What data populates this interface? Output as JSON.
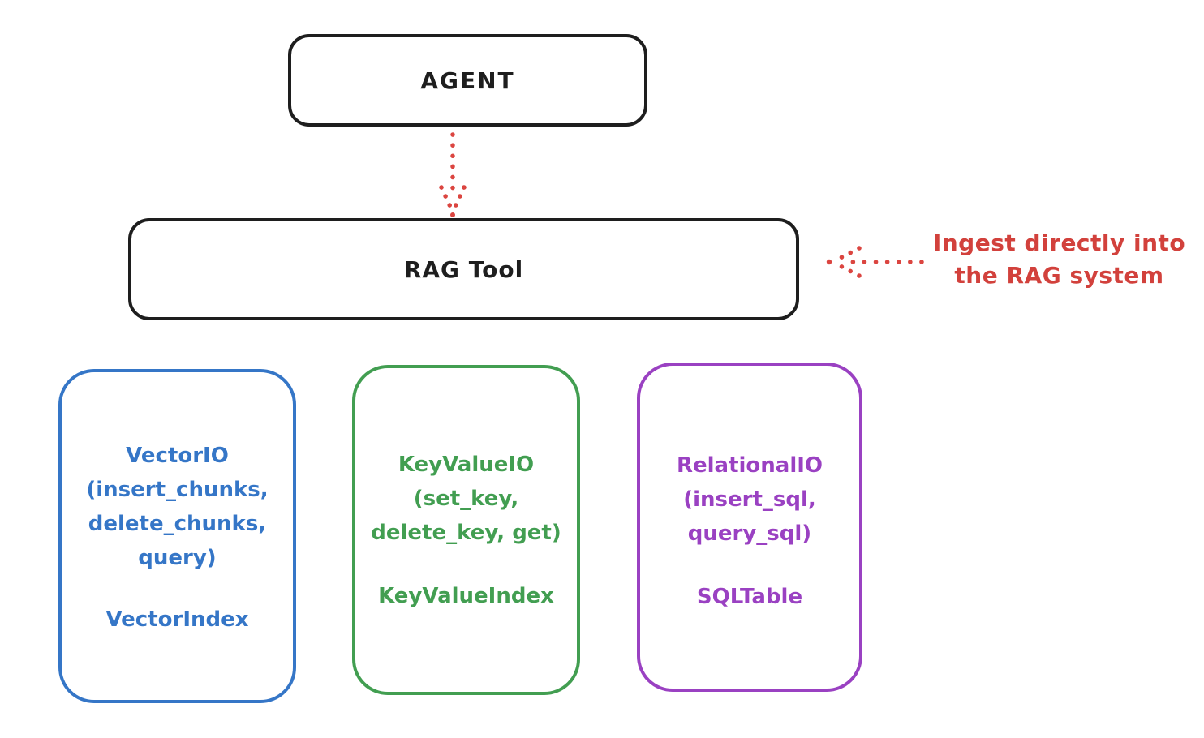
{
  "canvas": {
    "background": "#ffffff",
    "stroke_color": "#1e1e1e"
  },
  "agent_box": {
    "label": "AGENT"
  },
  "rag_tool_box": {
    "label": "RAG Tool"
  },
  "agent_arrow": {
    "name": "dotted-arrow-down",
    "color": "#db4540"
  },
  "ingest_annotation": {
    "text": "Ingest directly into\nthe RAG system",
    "color": "#d2413c",
    "arrow_name": "dotted-arrow-left",
    "arrow_color": "#db4540"
  },
  "io_boxes": [
    {
      "name": "vector-io",
      "color": "#3576c7",
      "interface_text": "VectorIO\n(insert_chunks,\ndelete_chunks,\nquery)",
      "index_label": "VectorIndex"
    },
    {
      "name": "keyvalue-io",
      "color": "#429e51",
      "interface_text": "KeyValueIO\n(set_key,\ndelete_key, get)",
      "index_label": "KeyValueIndex"
    },
    {
      "name": "relational-io",
      "color": "#9a41c2",
      "interface_text": "RelationalIO\n(insert_sql,\nquery_sql)",
      "index_label": "SQLTable"
    }
  ]
}
